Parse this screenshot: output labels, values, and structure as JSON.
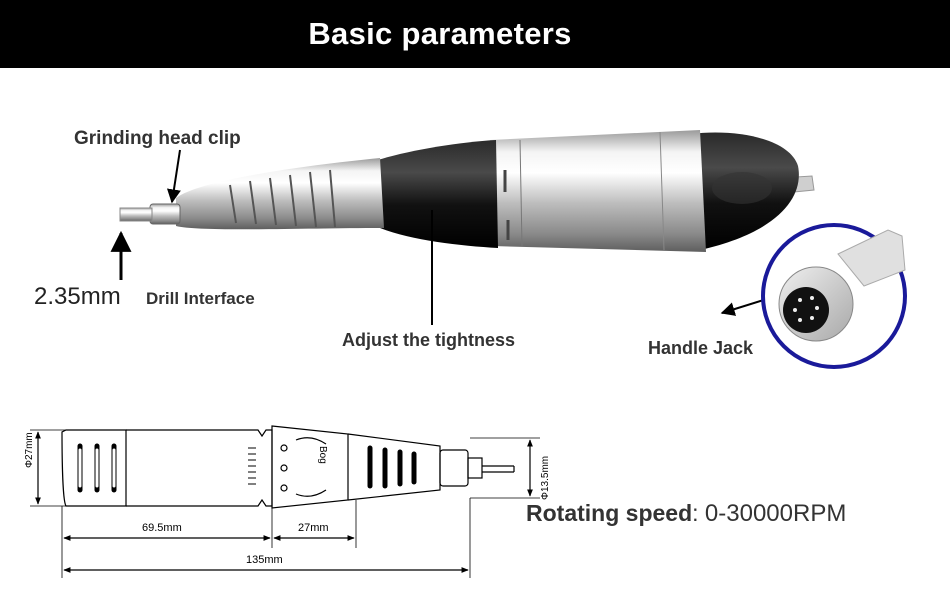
{
  "header": {
    "title": "Basic parameters"
  },
  "callouts": {
    "grinding_head_clip": "Grinding head clip",
    "shank_size": "2.35mm",
    "drill_interface": "Drill Interface",
    "adjust_tightness": "Adjust the tightness",
    "handle_jack": "Handle Jack"
  },
  "drawing": {
    "diameter_body": "Φ27mm",
    "diameter_tip": "Φ13.5mm",
    "len_body": "69.5mm",
    "len_nose": "27mm",
    "len_total": "135mm",
    "brand_mark": "Bog"
  },
  "spec": {
    "speed_label": "Rotating speed",
    "speed_sep": ":",
    "speed_value": "0-30000RPM"
  },
  "colors": {
    "header_bg": "#000000",
    "circle_border": "#1a1a9a",
    "text": "#333333"
  }
}
